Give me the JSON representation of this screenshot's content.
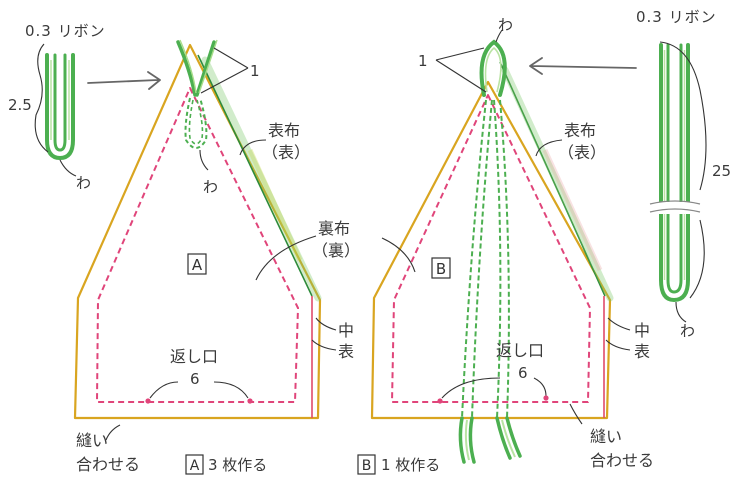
{
  "colors": {
    "outer": "#d9a520",
    "lining_dash": "#e0457a",
    "ribbon": "#4caf50",
    "ribbon_dark": "#2e8b3a",
    "text": "#3a3a3a",
    "leader": "#333333",
    "mid_accent": "#e04a6a"
  },
  "left": {
    "ribbon_label": "0.3 リボン",
    "ribbon_length": "2.5",
    "fold_label": "わ",
    "callout_number": "1",
    "outer_fabric_label": "表布",
    "outer_fabric_sub": "（表）",
    "inner_fold_label": "わ",
    "box_letter": "A",
    "opening_label": "返し口",
    "opening_size": "6",
    "middle_label": "中",
    "face_label": "表",
    "sew_label_1": "縫い",
    "sew_label_2": "合わせる",
    "caption_letter": "A",
    "caption_text": "3 枚作る"
  },
  "center": {
    "lining_label": "裏布",
    "lining_sub": "（裏）"
  },
  "right": {
    "fold_label": "わ",
    "callout_number": "1",
    "ribbon_label": "0.3 リボン",
    "ribbon_length": "25",
    "fold_bottom_label": "わ",
    "outer_fabric_label": "表布",
    "outer_fabric_sub": "（表）",
    "box_letter": "B",
    "opening_label": "返し口",
    "opening_size": "6",
    "middle_label": "中",
    "face_label": "表",
    "sew_label_1": "縫い",
    "sew_label_2": "合わせる",
    "caption_letter": "B",
    "caption_text": "1 枚作る"
  }
}
